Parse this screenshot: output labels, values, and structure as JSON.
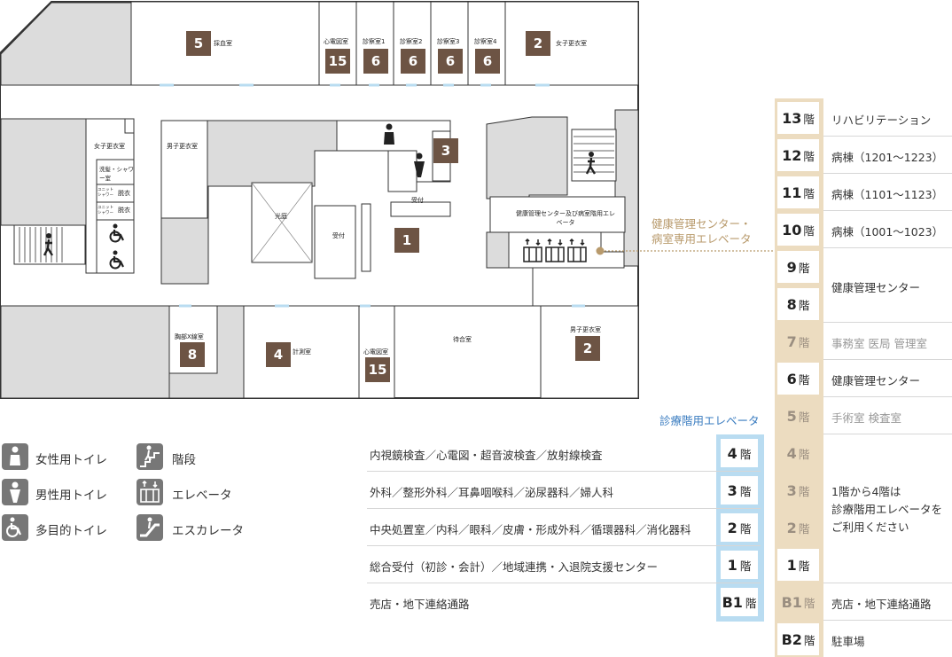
{
  "floor_plan": {
    "rooms": {
      "blood_collection": "採血室",
      "ecg_room_top": "心電図室",
      "exam1": "診察室1",
      "exam2": "診察室2",
      "exam3": "診察室3",
      "exam4": "診察室4",
      "womens_locker_top": "女子更衣室",
      "womens_locker_left": "女子更衣室",
      "wash_shower": "洗髪・シャワー室",
      "unit_shower": "ユニットシャワー",
      "dressing": "脱衣",
      "mens_locker_left": "男子更衣室",
      "lightwell": "光庭",
      "reception_small": "受付",
      "reception_1": "受付",
      "health_center_elev": "健康管理センター及び病室階用エレベータ",
      "chest_xray": "胸部X線室",
      "measurement": "計測室",
      "ecg_room_bottom": "心電図室",
      "waiting": "待合室",
      "mens_locker_right": "男子更衣室"
    },
    "badges": {
      "blood": "5",
      "ecg_top": "15",
      "exam1": "6",
      "exam2": "6",
      "exam3": "6",
      "exam4": "6",
      "womens_top": "2",
      "toilets": "3",
      "reception": "1",
      "xray": "8",
      "measure": "4",
      "ecg_bottom": "15",
      "mens_right": "2"
    },
    "elevator_callout": "健康管理センター・\n病室専用エレベータ"
  },
  "legend": [
    {
      "icon": "female-toilet-icon",
      "label": "女性用トイレ"
    },
    {
      "icon": "male-toilet-icon",
      "label": "男性用トイレ"
    },
    {
      "icon": "accessible-toilet-icon",
      "label": "多目的トイレ"
    },
    {
      "icon": "stairs-icon",
      "label": "階段"
    },
    {
      "icon": "elevator-icon",
      "label": "エレベータ"
    },
    {
      "icon": "escalator-icon",
      "label": "エスカレータ"
    }
  ],
  "clinic_elevator_header": "診療階用エレベータ",
  "clinic_floors": [
    {
      "num": "4",
      "kai": "階",
      "text": "内視鏡検査／心電図・超音波検査／放射線検査"
    },
    {
      "num": "3",
      "kai": "階",
      "text": "外科／整形外科／耳鼻咽喉科／泌尿器科／婦人科"
    },
    {
      "num": "2",
      "kai": "階",
      "text": "中央処置室／内科／眼科／皮膚・形成外科／循環器科／消化器科"
    },
    {
      "num": "1",
      "kai": "階",
      "text": "総合受付（初診・会計）／地域連携・入退院支援センター"
    },
    {
      "num": "B1",
      "kai": "階",
      "text": "売店・地下連絡通路"
    }
  ],
  "building_floors": [
    {
      "num": "13",
      "kai": "階",
      "text": "リハビリテーション"
    },
    {
      "num": "12",
      "kai": "階",
      "text": "病棟（1201〜1223）"
    },
    {
      "num": "11",
      "kai": "階",
      "text": "病棟（1101〜1123）"
    },
    {
      "num": "10",
      "kai": "階",
      "text": "病棟（1001〜1023）"
    },
    {
      "num": "9",
      "kai": "階"
    },
    {
      "num": "8",
      "kai": "階"
    },
    {
      "num": "7",
      "kai": "階",
      "text": "事務室 医局 管理室"
    },
    {
      "num": "6",
      "kai": "階",
      "text": "健康管理センター"
    },
    {
      "num": "5",
      "kai": "階",
      "text": "手術室 検査室"
    },
    {
      "num": "4",
      "kai": "階"
    },
    {
      "num": "3",
      "kai": "階"
    },
    {
      "num": "2",
      "kai": "階"
    },
    {
      "num": "1",
      "kai": "階"
    },
    {
      "num": "B1",
      "kai": "階",
      "text": "売店・地下連絡通路"
    },
    {
      "num": "B2",
      "kai": "階",
      "text": "駐車場"
    }
  ],
  "floors_8_9_text": "健康管理センター",
  "floors_1_4_text": "1階から4階は\n診療階用エレベータを\nご利用ください",
  "colors": {
    "badge": "#6d5444",
    "floor_column": "#ecdcc0",
    "clinic_elevator_border": "#b9dcf1",
    "clinic_header_text": "#3a7cc0",
    "callout_text": "#b89a6c",
    "grey_area": "#dcdcdc"
  }
}
